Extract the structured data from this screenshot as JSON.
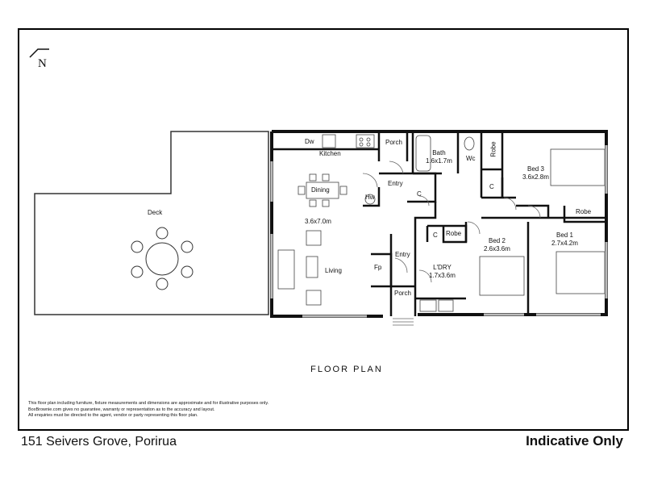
{
  "north": {
    "label": "N"
  },
  "title": "FLOOR PLAN",
  "rooms": {
    "deck": {
      "name": "Deck"
    },
    "kitchen": {
      "name": "Kitchen"
    },
    "dw": {
      "name": "Dw"
    },
    "porch_top": {
      "name": "Porch"
    },
    "bath": {
      "name": "Bath",
      "size": "1.6x1.7m"
    },
    "wc": {
      "name": "Wc"
    },
    "robe_bed3": {
      "name": "Robe"
    },
    "bed3": {
      "name": "Bed 3",
      "size": "3.6x2.8m"
    },
    "dining": {
      "name": "Dining"
    },
    "entry_top": {
      "name": "Entry"
    },
    "hw": {
      "name": "Hw"
    },
    "c_entry": {
      "name": "C"
    },
    "c_hall": {
      "name": "C"
    },
    "living_size": {
      "size": "3.6x7.0m"
    },
    "living": {
      "name": "Living"
    },
    "robe_bed1": {
      "name": "Robe"
    },
    "c_laundry": {
      "name": "C"
    },
    "robe_bed2": {
      "name": "Robe"
    },
    "bed2": {
      "name": "Bed 2",
      "size": "2.6x3.6m"
    },
    "bed1": {
      "name": "Bed 1",
      "size": "2.7x4.2m"
    },
    "entry_bottom": {
      "name": "Entry"
    },
    "fp": {
      "name": "Fp"
    },
    "laundry": {
      "name": "L'DRY",
      "size": "1.7x3.6m"
    },
    "porch_bottom": {
      "name": "Porch"
    }
  },
  "disclaimer": [
    "This floor plan including furniture, fixture measurements and dimensions are approximate and for illustrative purposes only.",
    "BoxBrownie.com gives no guarantee, warranty or representation as to the accuracy and layout.",
    "All enquiries must be directed to the agent, vendor or party representing this floor plan."
  ],
  "address": "151 Seivers Grove, Porirua",
  "badge": "Indicative Only"
}
